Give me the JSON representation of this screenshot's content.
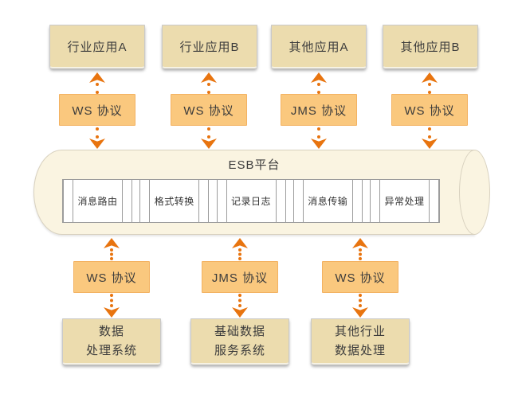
{
  "esb": {
    "title": "ESB平台",
    "modules": [
      "消息路由",
      "格式转换",
      "记录日志",
      "消息传输",
      "异常处理"
    ]
  },
  "top_columns": [
    {
      "app": "行业应用A",
      "protocol": "WS 协议"
    },
    {
      "app": "行业应用B",
      "protocol": "WS 协议"
    },
    {
      "app": "其他应用A",
      "protocol": "JMS 协议"
    },
    {
      "app": "其他应用B",
      "protocol": "WS 协议"
    }
  ],
  "bottom_columns": [
    {
      "protocol": "WS 协议",
      "system_line1": "数据",
      "system_line2": "处理系统"
    },
    {
      "protocol": "JMS 协议",
      "system_line1": "基础数据",
      "system_line2": "服务系统"
    },
    {
      "protocol": "WS 协议",
      "system_line1": "其他行业",
      "system_line2": "数据处理"
    }
  ],
  "colors": {
    "arrow_orange": "#E8740F",
    "protocol_fill": "#FAC87E",
    "app_box_fill": "#ECDCAE",
    "cylinder_fill": "#FAF4E1",
    "bus_border": "#9C9C9C",
    "text": "#3C3C3C"
  }
}
